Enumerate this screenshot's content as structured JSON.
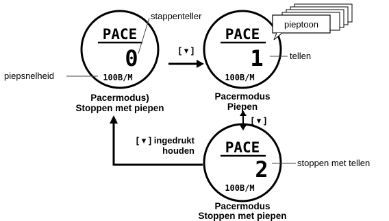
{
  "colors": {
    "ink": "#000000",
    "background": "#ffffff",
    "leader": "#444444"
  },
  "watches": [
    {
      "header": "PACE",
      "count": "0",
      "speed": "100B/M"
    },
    {
      "header": "PACE",
      "count": "1",
      "speed": "100B/M"
    },
    {
      "header": "PACE",
      "count": "2",
      "speed": "100B/M"
    }
  ],
  "captions": [
    {
      "line1": "Pacermodus)",
      "line2": "Stoppen met piepen"
    },
    {
      "line1": "Pacermodus",
      "line2": "Piepen"
    },
    {
      "line1": "Pacermodus",
      "line2": "Stoppen met piepen"
    }
  ],
  "callouts": {
    "stappenteller": "stappenteller",
    "piepsnelheid": "piepsnelheid",
    "tellen": "tellen",
    "stoppen_met_tellen": "stoppen met tellen",
    "pieptoon": "pieptoon"
  },
  "keys": {
    "press": "[ ▾ ]",
    "press_vertical": "[ ▾ ]",
    "hold_line1": "[ ▾ ] ingedrukt",
    "hold_line2": "houden"
  },
  "icons": {
    "button": "triangle-down-icon",
    "stack": "stacked-cards-icon"
  }
}
